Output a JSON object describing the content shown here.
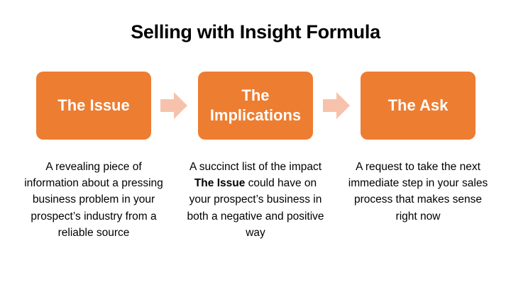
{
  "title": "Selling with Insight Formula",
  "colors": {
    "box": "#ed7d31",
    "arrow": "#f7c2ab",
    "box_text": "#ffffff"
  },
  "steps": [
    {
      "label_line1": "The Issue",
      "description": "A revealing piece of information about a pressing business problem in your prospect’s industry from a reliable source"
    },
    {
      "label_line1": "The",
      "label_line2": "Implications",
      "description_before": "A succinct list of the impact ",
      "description_bold": "The Issue",
      "description_after": " could have on your prospect’s business in both a negative and positive way"
    },
    {
      "label_line1": "The Ask",
      "description": "A request to take the next immediate step in your sales process that makes sense right now"
    }
  ],
  "connectors": [
    "right-arrow-icon",
    "right-arrow-icon"
  ]
}
